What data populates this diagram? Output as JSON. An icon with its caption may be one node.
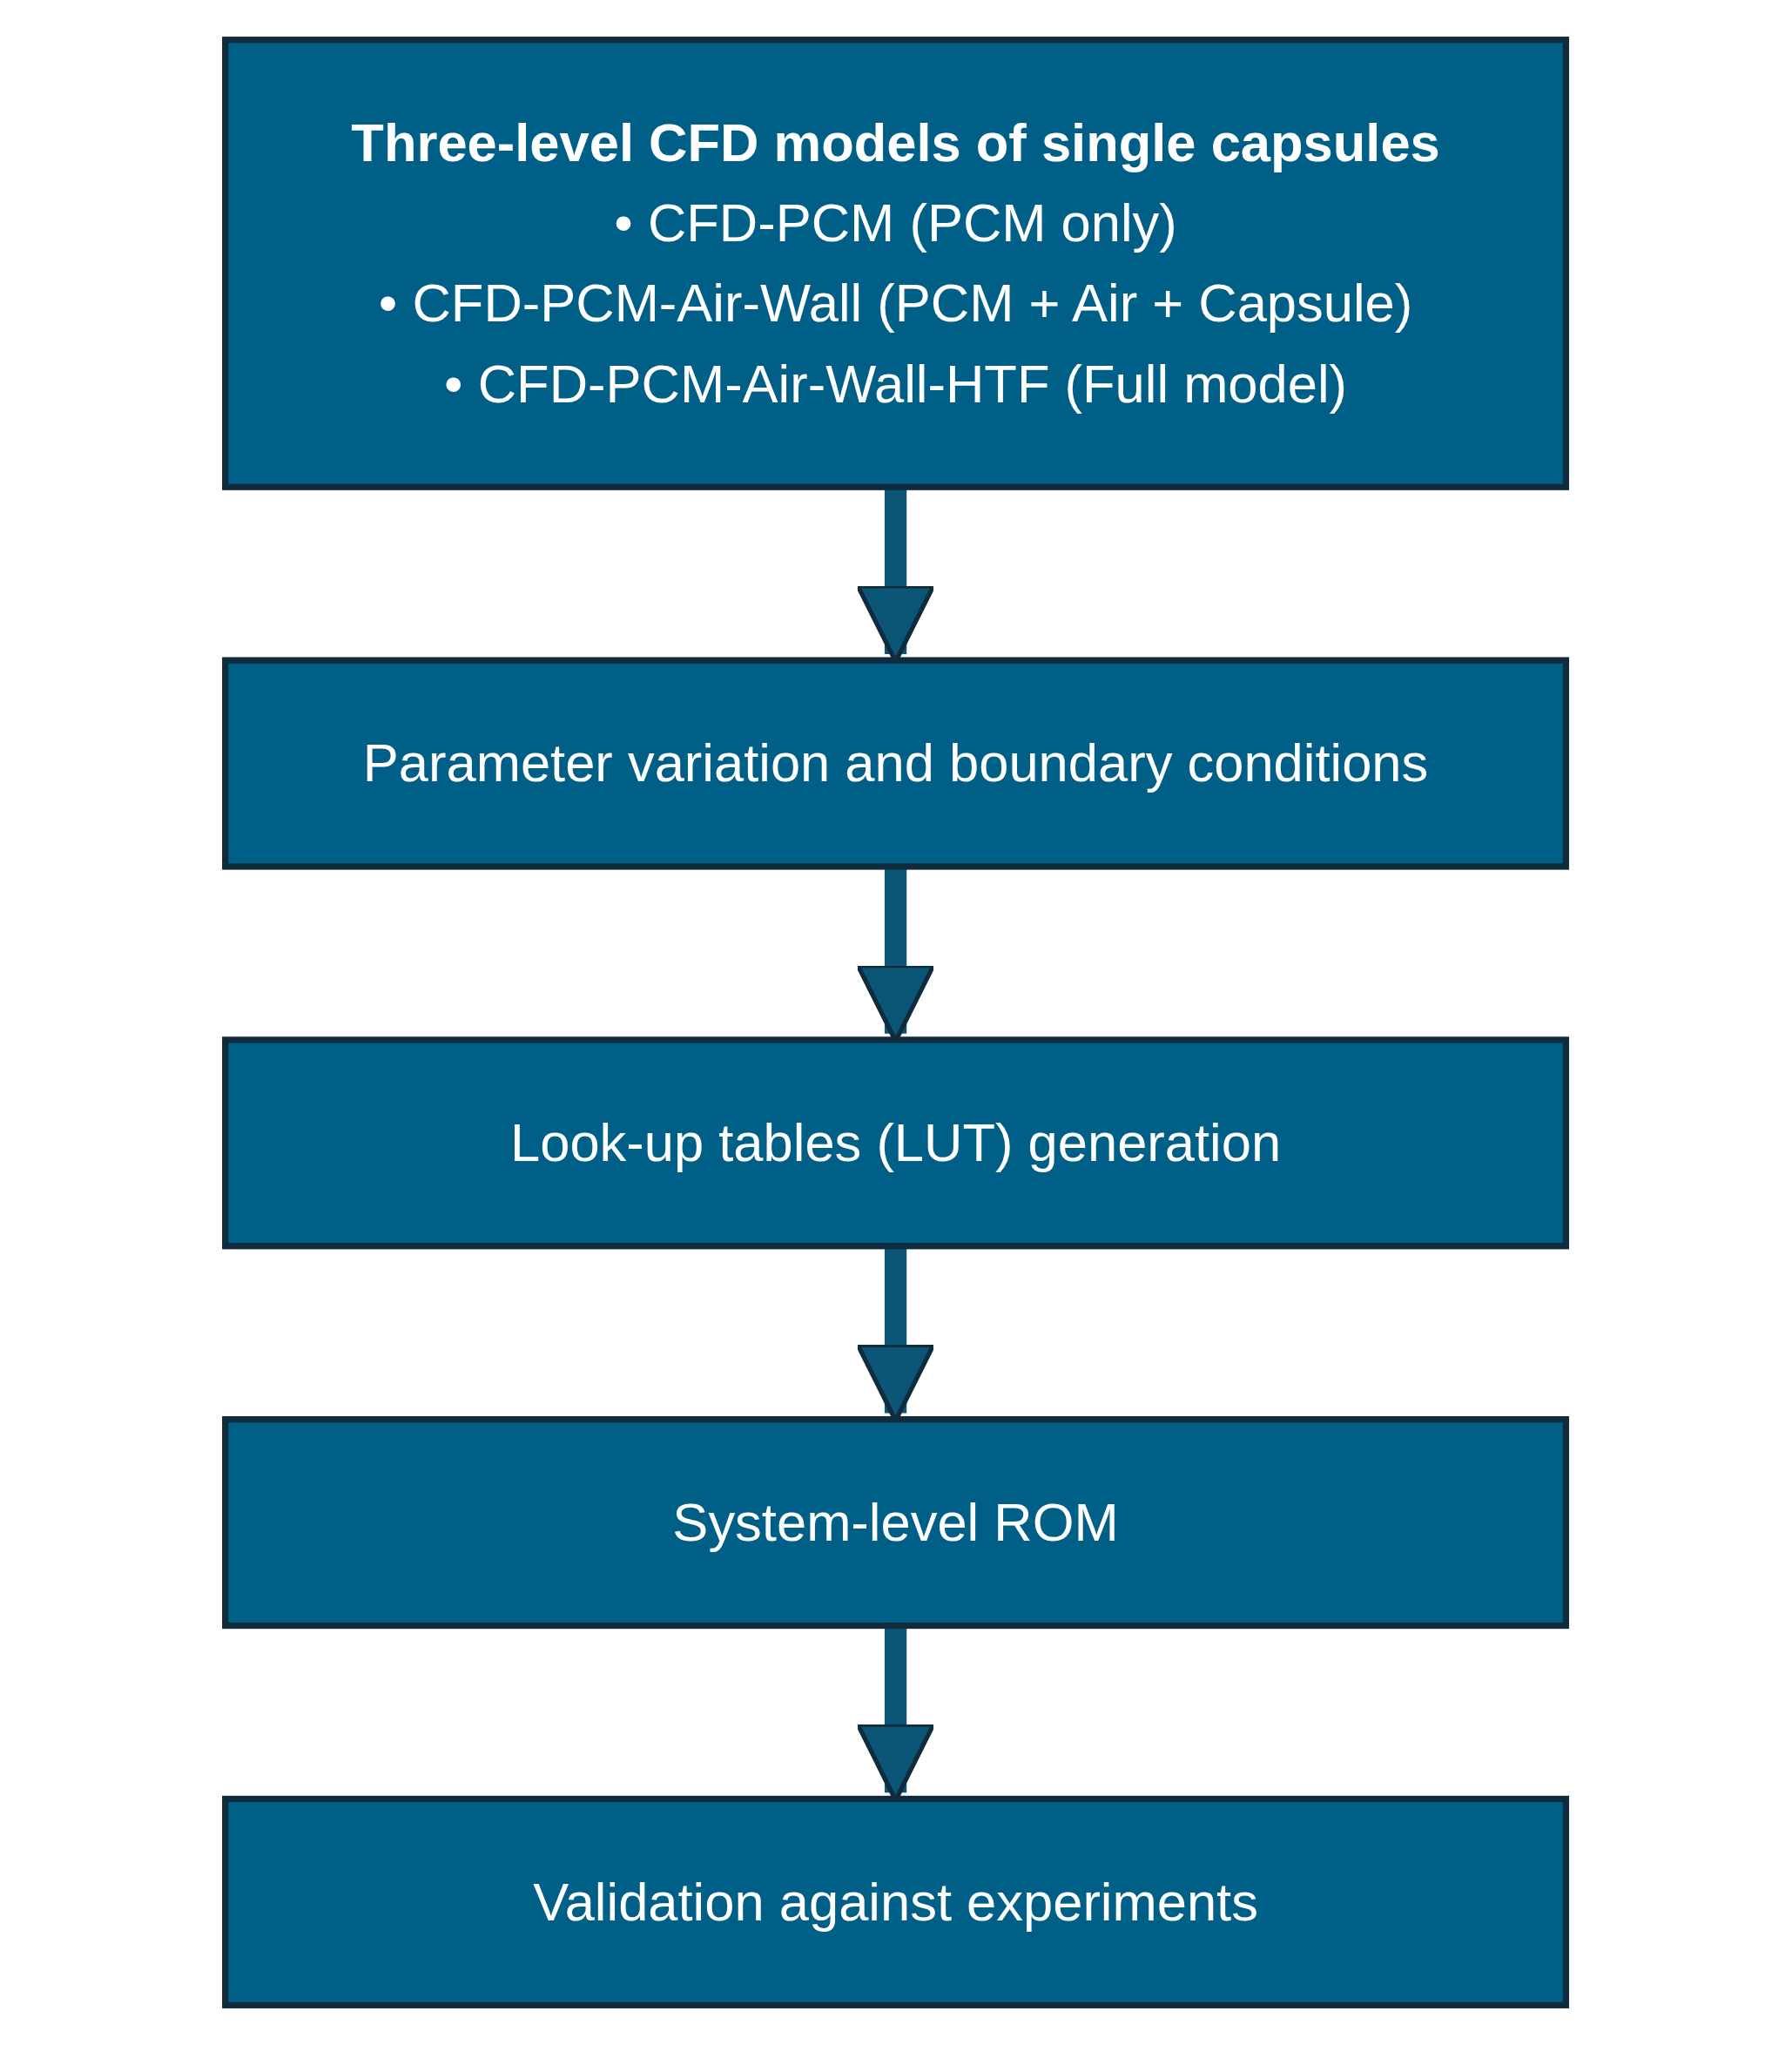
{
  "diagram": {
    "nodes": [
      {
        "text": [
          "Three-level CFD models of single capsules",
          "• CFD-PCM (PCM only)",
          "• CFD-PCM-Air-Wall (PCM + Air + Capsule)",
          "• CFD-PCM-Air-Wall-HTF (Full model)"
        ]
      },
      {
        "text": [
          "Parameter variation and boundary conditions"
        ]
      },
      {
        "text": [
          "Look-up tables (LUT) generation"
        ]
      },
      {
        "text": [
          "System-level ROM"
        ]
      },
      {
        "text": [
          "Validation against experiments"
        ]
      }
    ],
    "edges": [
      {
        "from": 0,
        "to": 1,
        "arrow": "to"
      },
      {
        "from": 1,
        "to": 2,
        "arrow": "to"
      },
      {
        "from": 2,
        "to": 3,
        "arrow": "to"
      },
      {
        "from": 3,
        "to": 4,
        "arrow": "to"
      }
    ]
  }
}
